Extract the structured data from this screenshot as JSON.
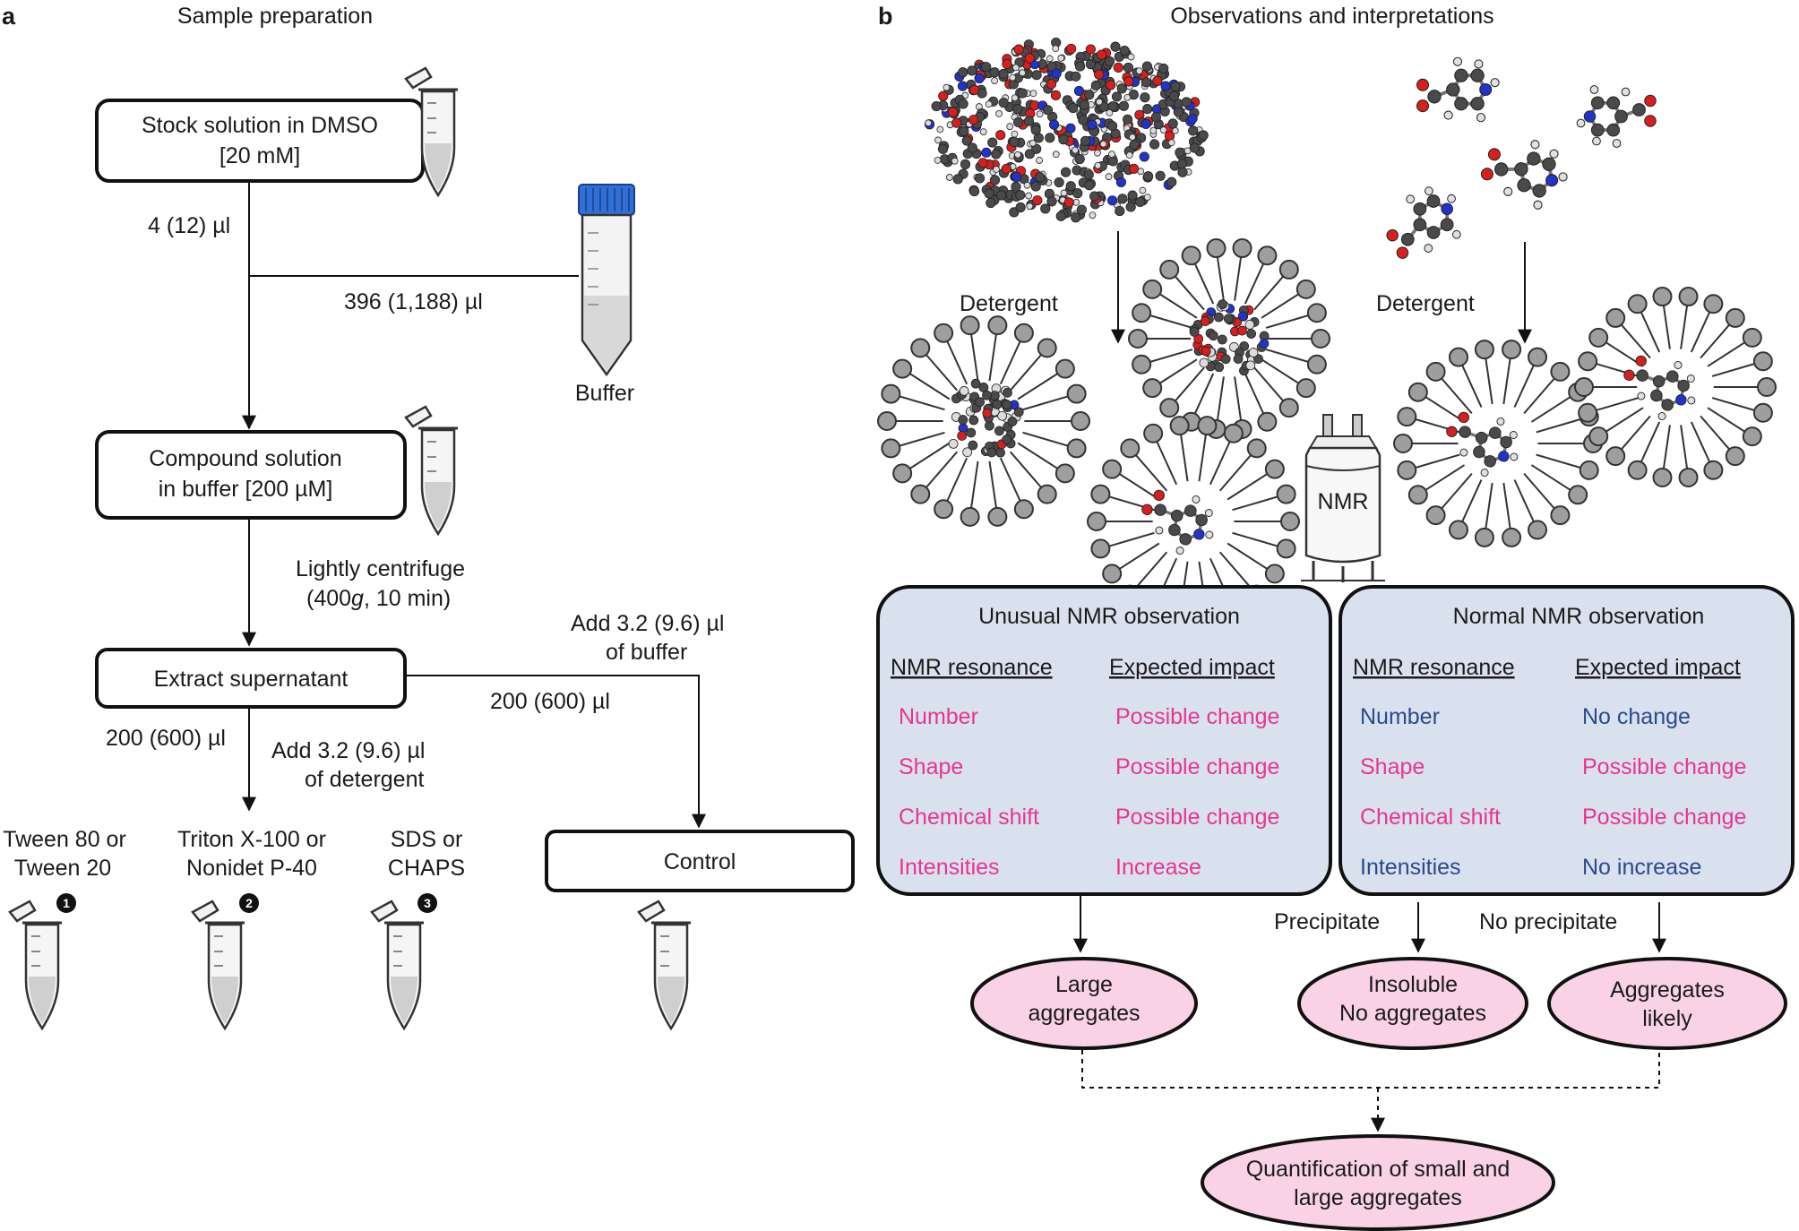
{
  "panel_a": {
    "letter": "a",
    "title": "Sample preparation",
    "stock_line1": "Stock solution in DMSO",
    "stock_line2": "[20 mM]",
    "vol_stock": "4 (12) µl",
    "vol_buffer": "396 (1,188) µl",
    "buffer_label": "Buffer",
    "compound_line1": "Compound solution",
    "compound_line2": "in buffer [200 µM]",
    "centrifuge_line1": "Lightly centrifuge",
    "centrifuge_line2_pre": "(400",
    "centrifuge_line2_g": "g",
    "centrifuge_line2_post": ", 10 min)",
    "extract": "Extract supernatant",
    "add_buffer_line1": "Add 3.2 (9.6) µl",
    "add_buffer_line2": "of buffer",
    "vol_control": "200 (600) µl",
    "vol_detergent": "200 (600) µl",
    "add_detergent_line1": "Add 3.2 (9.6) µl",
    "add_detergent_line2": "of detergent",
    "det1_line1": "Tween 80 or",
    "det1_line2": "Tween 20",
    "det2_line1": "Triton X-100 or",
    "det2_line2": "Nonidet P-40",
    "det3_line1": "SDS or",
    "det3_line2": "CHAPS",
    "badge1": "1",
    "badge2": "2",
    "badge3": "3",
    "control": "Control"
  },
  "panel_b": {
    "letter": "b",
    "title": "Observations and interpretations",
    "detergent_left": "Detergent",
    "detergent_right": "Detergent",
    "nmr": "NMR",
    "unusual": {
      "title": "Unusual NMR observation",
      "col1": "NMR resonance",
      "col2": "Expected impact",
      "rows": [
        [
          "Number",
          "Possible change"
        ],
        [
          "Shape",
          "Possible change"
        ],
        [
          "Chemical shift",
          "Possible change"
        ],
        [
          "Intensities",
          "Increase"
        ]
      ]
    },
    "normal": {
      "title": "Normal NMR observation",
      "col1": "NMR resonance",
      "col2": "Expected impact",
      "rows": [
        [
          "Number",
          "No change"
        ],
        [
          "Shape",
          "Possible change"
        ],
        [
          "Chemical shift",
          "Possible change"
        ],
        [
          "Intensities",
          "No increase"
        ]
      ]
    },
    "precipitate": "Precipitate",
    "no_precipitate": "No precipitate",
    "large_line1": "Large",
    "large_line2": "aggregates",
    "insoluble_line1": "Insoluble",
    "insoluble_line2": "No aggregates",
    "likely_line1": "Aggregates",
    "likely_line2": "likely",
    "quant_line1": "Quantification of small and",
    "quant_line2": "large aggregates"
  },
  "colors": {
    "panel_fill": "#d9e1ef",
    "ellipse_fill": "#f9d3e5",
    "pink_text": "#e8368f",
    "blue_text": "#2b4a8a",
    "cap_blue": "#2f6fd6",
    "atom_carbon": "#4a4a4a",
    "atom_oxygen": "#d91e1e",
    "atom_nitrogen": "#2233cc",
    "lipid_head": "#9e9e9e"
  }
}
